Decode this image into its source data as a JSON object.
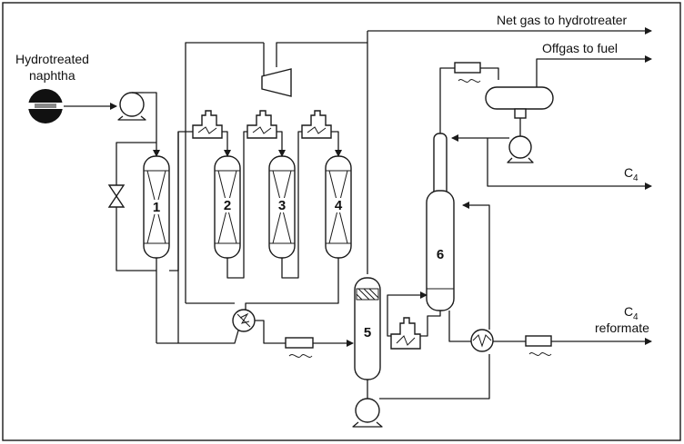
{
  "labels": {
    "feed_line1": "Hydrotreated",
    "feed_line2": "naphtha",
    "net_gas": "Net gas to hydrotreater",
    "offgas": "Offgas to fuel",
    "c4_main": "C",
    "c4_sub": "4",
    "reformate_prefix": "C",
    "reformate_sub": "4",
    "reformate_word": "reformate"
  },
  "equipment": {
    "reactor_1": "1",
    "reactor_2": "2",
    "reactor_3": "3",
    "reactor_4": "4",
    "separator_5": "5",
    "stabilizer_6": "6"
  },
  "icons": [
    "feed-drum-icon",
    "pump-icon",
    "valve-icon",
    "furnace-icon",
    "compressor-icon",
    "heat-exchanger-icon",
    "air-cooler-icon",
    "reflux-drum-icon"
  ]
}
